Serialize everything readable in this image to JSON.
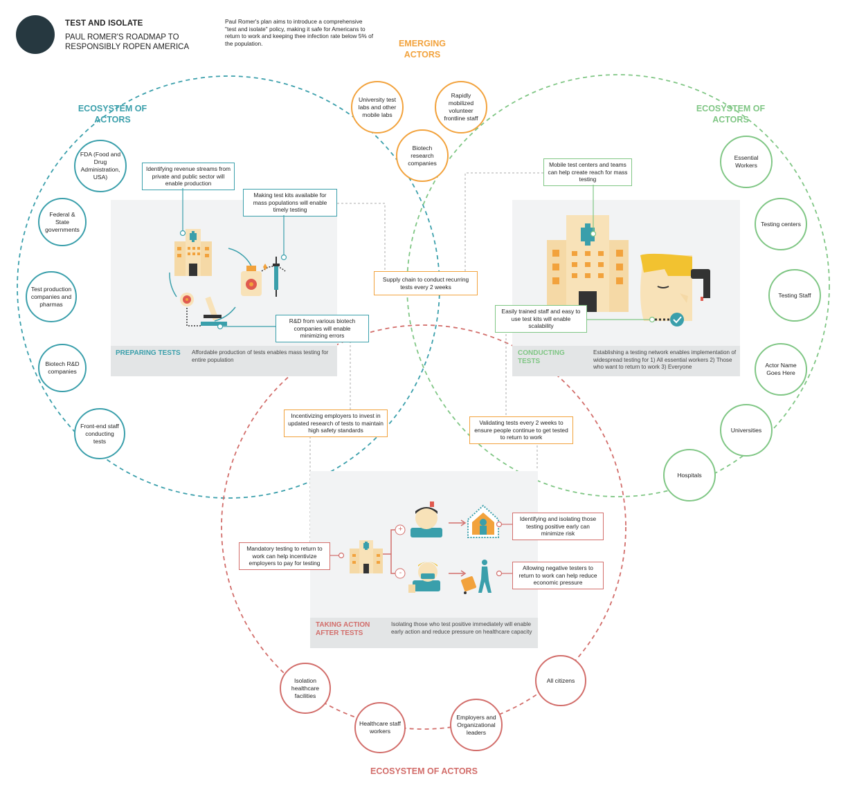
{
  "header": {
    "title": "TEST AND ISOLATE",
    "subtitle": "PAUL ROMER'S ROADMAP TO RESPONSIBLY ROPEN AMERICA",
    "description": "Paul Romer's plan aims to introduce a comprehensive \"test and isolate\" policy, making it safe for Americans to return to work and keeping thee infection rate below 5% of the population."
  },
  "colors": {
    "teal": "#3a9fab",
    "green": "#7fc684",
    "orange": "#f2a23c",
    "red": "#d26d6a",
    "logo": "#263840"
  },
  "ecosystems": {
    "left": "ECOSYSTEM OF ACTORS",
    "right": "ECOSYSTEM OF ACTORS",
    "emerging": "EMERGING ACTORS",
    "bottom": "ECOSYSTEM OF ACTORS"
  },
  "actors": {
    "left": [
      "FDA (Food and Drug Administration, USA)",
      "Federal & State governments",
      "Test production companies and pharmas",
      "Biotech R&D companies",
      "Front-end staff conducting tests"
    ],
    "right": [
      "Essential Workers",
      "Testing centers",
      "Testing Staff",
      "Actor Name Goes Here",
      "Universities",
      "Hospitals"
    ],
    "emerging": [
      "University test labs and other mobile labs",
      "Rapidly mobilized volunteer frontline staff",
      "Biotech research companies"
    ],
    "bottom": [
      "Isolation healthcare facilities",
      "Healthcare staff workers",
      "Employers and Organizational leaders",
      "All citizens"
    ]
  },
  "panels": {
    "preparing": {
      "label": "PREPARING TESTS",
      "desc": "Affordable production of tests enables mass testing for entire population"
    },
    "conducting": {
      "label": "CONDUCTING TESTS",
      "desc": "Establishing a testing network enables implementation of widespread testing for 1) All essential workers 2) Those who want to return to work 3) Everyone"
    },
    "action": {
      "label": "TAKING ACTION AFTER TESTS",
      "desc": "Isolating those who test positive immediately will enable early action and reduce pressure on healthcare capacity"
    }
  },
  "callouts": {
    "revenue": "Identifying revenue streams from private and public sector will enable production",
    "test_kits": "Making test kits available for mass populations will enable timely testing",
    "rnd": "R&D from various biotech companies will enable minimizing errors",
    "mobile": "Mobile test centers and teams can help create reach for mass testing",
    "trained": "Easily trained staff and easy to use test kits will enable scalability",
    "supply": "Supply chain to conduct recurring tests every 2 weeks",
    "incentivizing": "Incentivizing employers to invest in updated research of tests to maintain high safety standards",
    "validating": "Validating tests every 2 weeks to ensure people continue to get tested to return to work",
    "mandatory": "Mandatory testing to return to work can help incentivize employers to pay for testing",
    "identifying": "Identifying and isolating those testing positive early can minimize risk",
    "allowing": "Allowing negative testers to return to work can help reduce economic pressure"
  },
  "signs": {
    "plus": "+",
    "minus": "-"
  }
}
